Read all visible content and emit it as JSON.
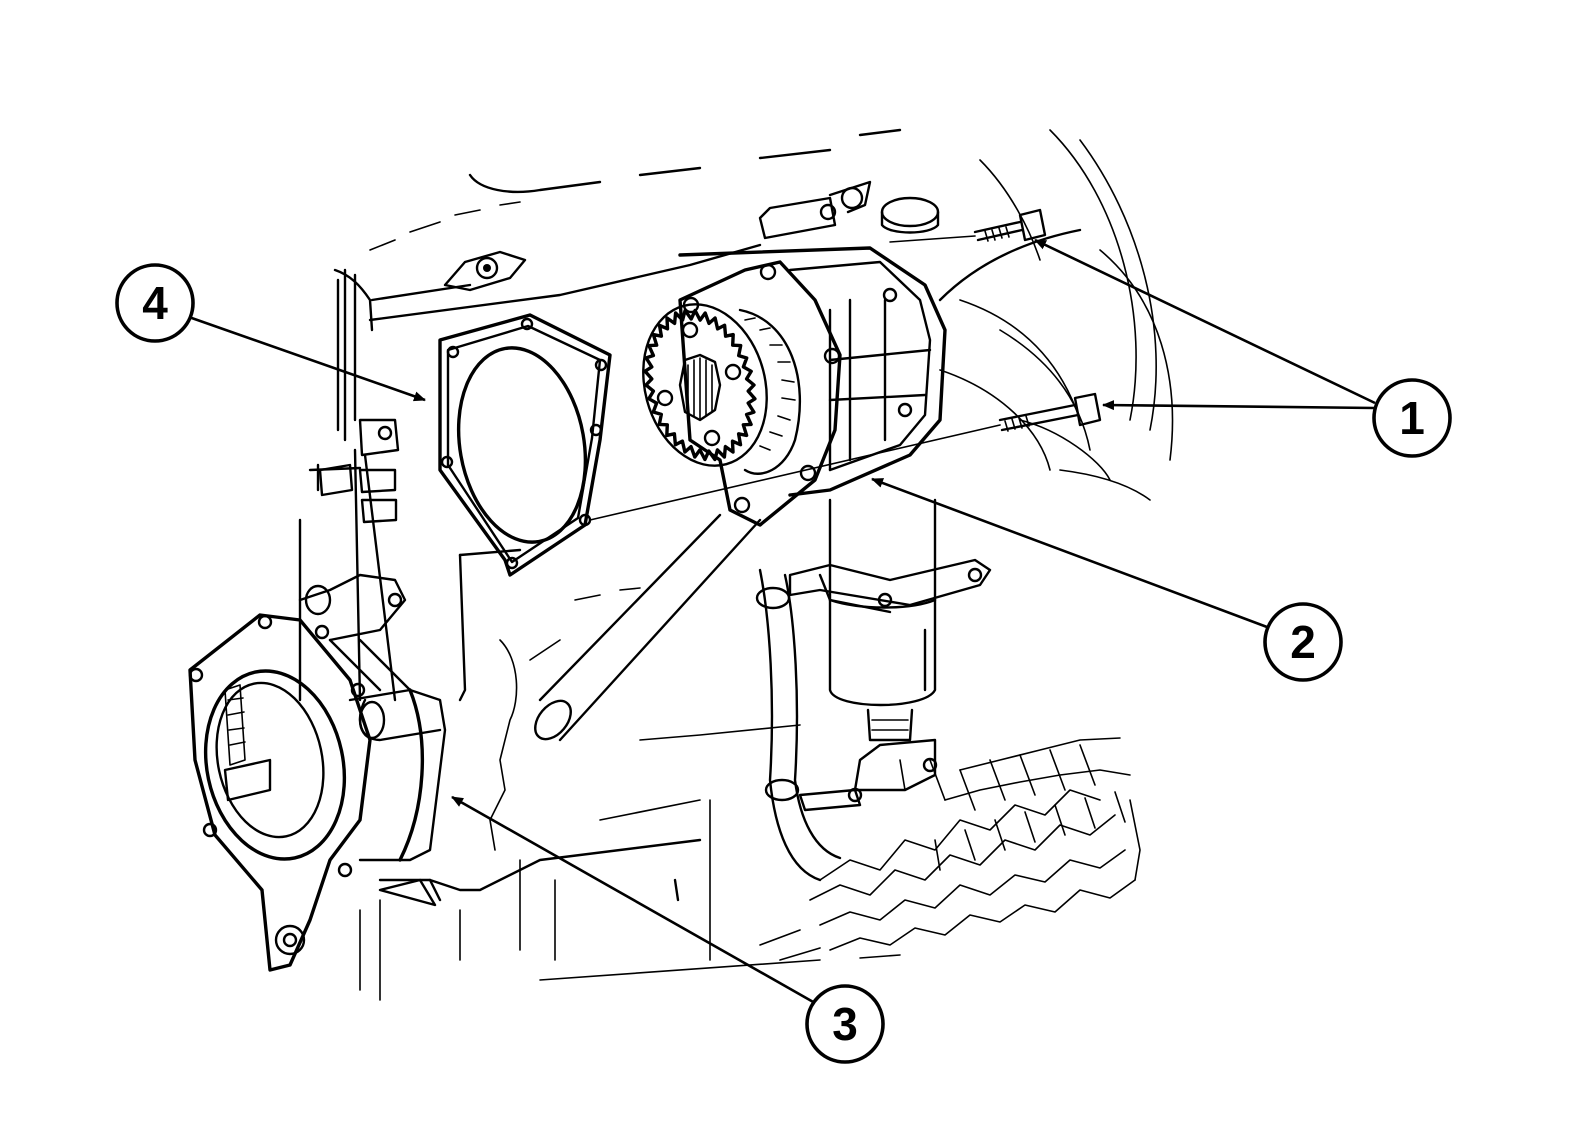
{
  "callouts": [
    {
      "id": "callout-1",
      "label": "1"
    },
    {
      "id": "callout-2",
      "label": "2"
    },
    {
      "id": "callout-3",
      "label": "3"
    },
    {
      "id": "callout-4",
      "label": "4"
    }
  ],
  "colors": {
    "ink": "#000000",
    "paper": "#ffffff"
  }
}
